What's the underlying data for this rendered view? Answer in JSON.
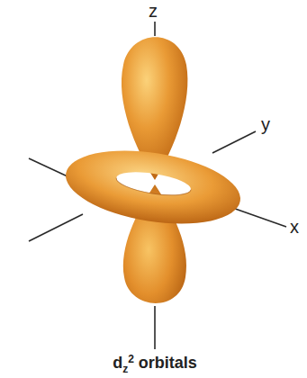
{
  "diagram": {
    "caption": "dz2 orbitals",
    "labels": [
      "z",
      "y",
      "x"
    ]
  }
}
